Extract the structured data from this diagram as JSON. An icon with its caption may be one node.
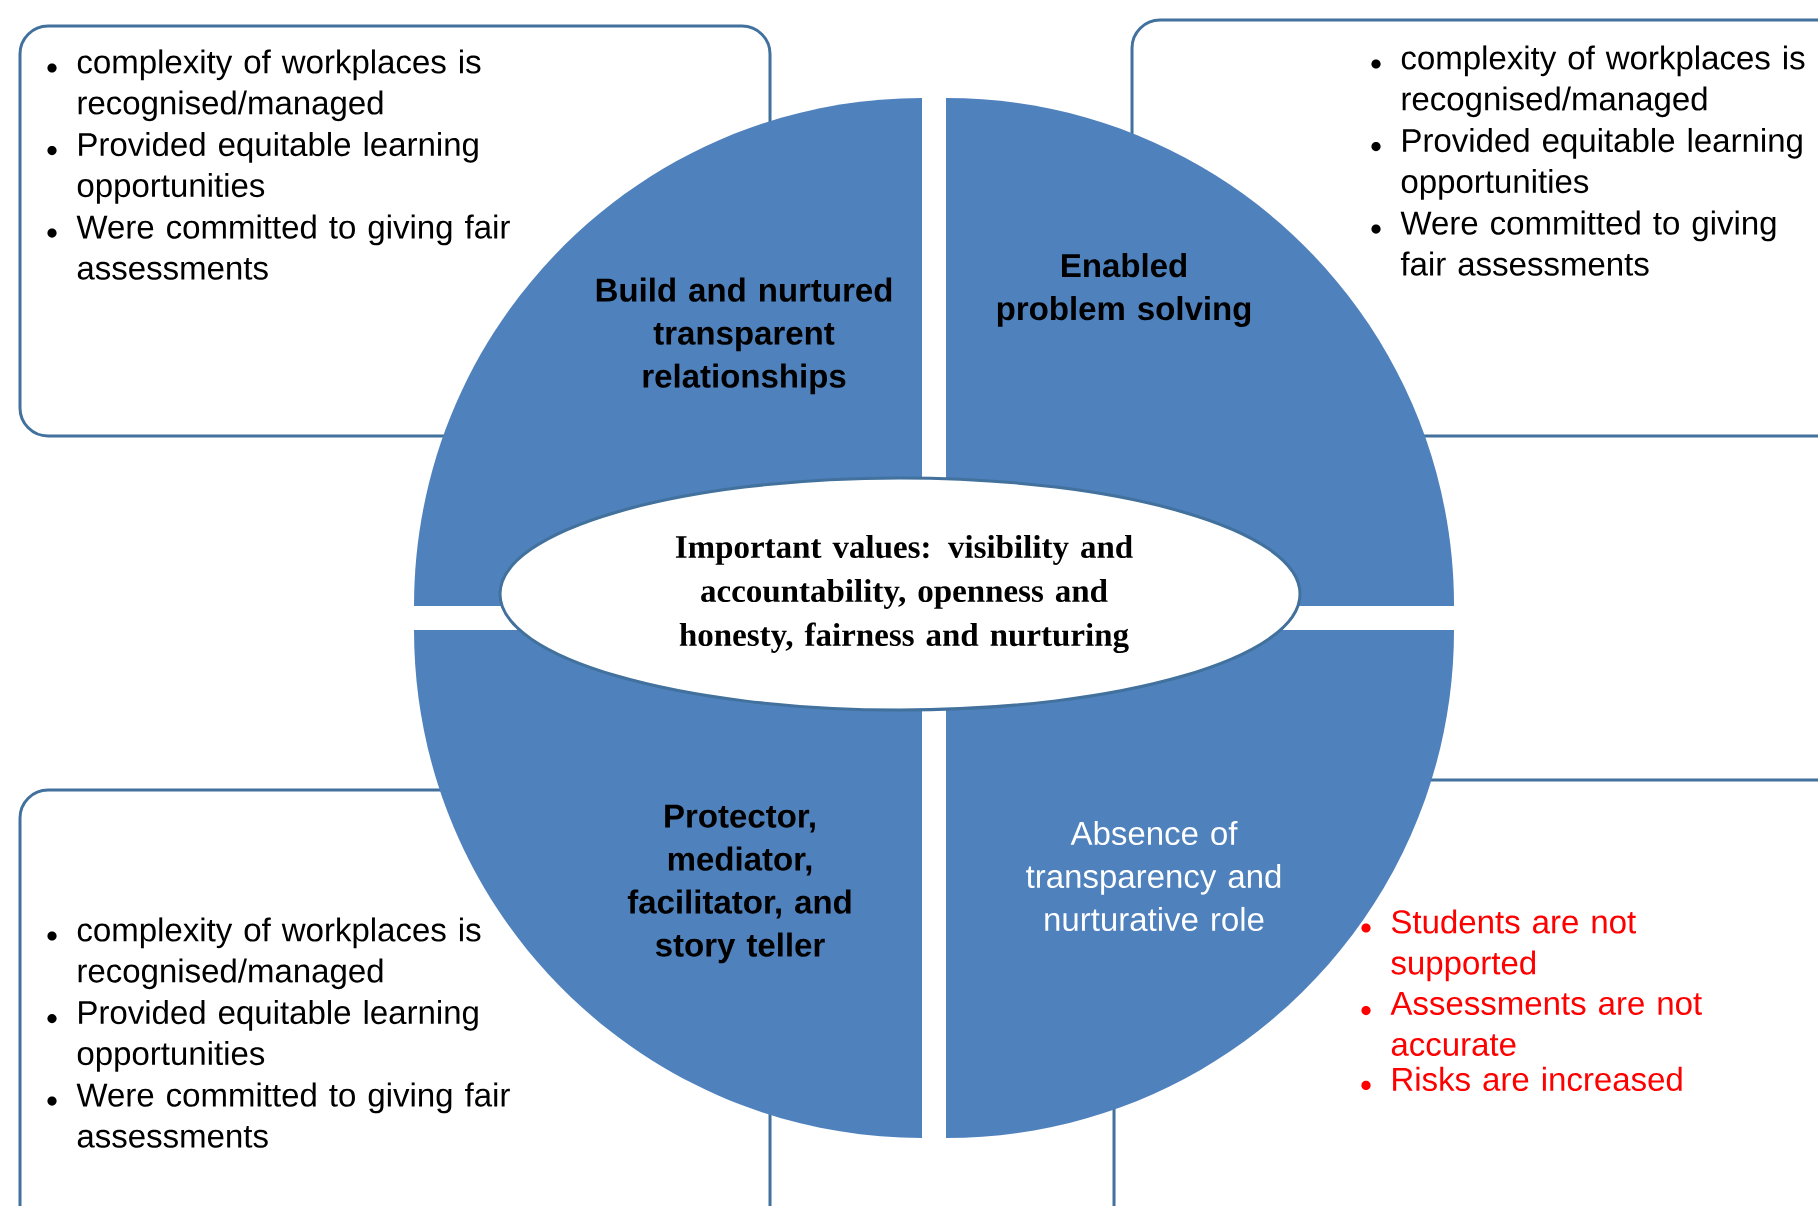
{
  "diagram": {
    "nodes": [
      {
        "text": [
          "complexity of workplaces is recognised/managed",
          "Provided equitable learning opportunities",
          "Were committed to giving fair assessments"
        ]
      },
      {
        "text": [
          "complexity of workplaces is recognised/managed",
          "Provided equitable learning opportunities",
          "Were committed to giving fair assessments"
        ]
      },
      {
        "text": [
          "complexity of workplaces is recognised/managed",
          "Provided equitable learning opportunities",
          "Were committed to giving fair assessments"
        ]
      },
      {
        "text": [
          "Students are not supported",
          "Assessments are not accurate",
          "Risks are increased"
        ]
      },
      {
        "text": [
          "Build and nurtured transparent relationships"
        ]
      },
      {
        "text": [
          "Enabled problem solving"
        ]
      },
      {
        "text": [
          "Protector, mediator, facilitator, and story teller"
        ]
      },
      {
        "text": [
          "Absence of transparency and nurturative role"
        ]
      },
      {
        "text": [
          "Important values: visibility and accountability, openness and honesty, fairness and nurturing"
        ]
      }
    ]
  }
}
